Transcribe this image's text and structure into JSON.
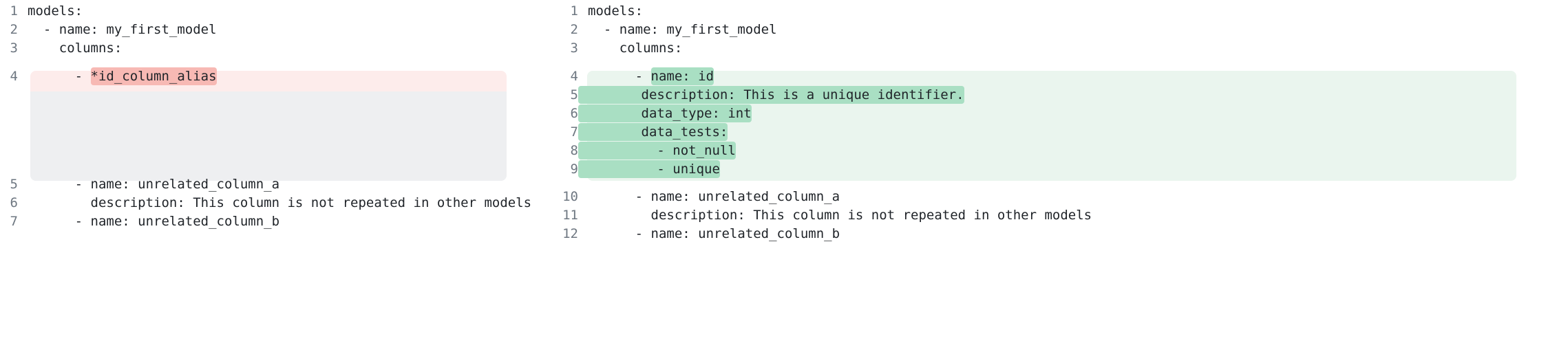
{
  "view": {
    "kind": "side-by-side-code-diff",
    "language": "yaml",
    "colors": {
      "removed_row_bg": "#fdeceb",
      "removed_word_bg": "#f7b9b4",
      "added_block_bg": "#eaf5ee",
      "added_word_bg": "#a9dfc3",
      "filler_bg": "#eeeff1",
      "gutter_text": "#6e7781",
      "code_text": "#1f2328",
      "page_bg": "#ffffff"
    }
  },
  "left_pane": {
    "name": "before",
    "lines": [
      {
        "number": "1",
        "indent": "",
        "text": "models:",
        "state": "context",
        "highlight": null
      },
      {
        "number": "2",
        "indent": "  ",
        "text": "- name: my_first_model",
        "state": "context",
        "highlight": null
      },
      {
        "number": "3",
        "indent": "    ",
        "text": "columns:",
        "state": "context",
        "highlight": null
      },
      {
        "number": "4",
        "indent": "      ",
        "text": "- ",
        "state": "removed",
        "highlight": "*id_column_alias"
      },
      {
        "number": "5",
        "indent": "      ",
        "text": "- name: unrelated_column_a",
        "state": "context",
        "highlight": null
      },
      {
        "number": "6",
        "indent": "        ",
        "text": "description: This column is not repeated in other models",
        "state": "context",
        "highlight": null
      },
      {
        "number": "7",
        "indent": "      ",
        "text": "- name: unrelated_column_b",
        "state": "context",
        "highlight": null
      }
    ]
  },
  "right_pane": {
    "name": "after",
    "lines": [
      {
        "number": "1",
        "indent": "",
        "text": "models:",
        "state": "context",
        "highlight": null
      },
      {
        "number": "2",
        "indent": "  ",
        "text": "- name: my_first_model",
        "state": "context",
        "highlight": null
      },
      {
        "number": "3",
        "indent": "    ",
        "text": "columns:",
        "state": "context",
        "highlight": null
      },
      {
        "number": "4",
        "indent": "      ",
        "text": "- ",
        "state": "added-word",
        "highlight": "name: id"
      },
      {
        "number": "5",
        "indent": "",
        "text": "",
        "state": "added-full",
        "highlight": "        description: This is a unique identifier."
      },
      {
        "number": "6",
        "indent": "",
        "text": "",
        "state": "added-full",
        "highlight": "        data_type: int"
      },
      {
        "number": "7",
        "indent": "",
        "text": "",
        "state": "added-full",
        "highlight": "        data_tests:"
      },
      {
        "number": "8",
        "indent": "",
        "text": "",
        "state": "added-full",
        "highlight": "          - not_null"
      },
      {
        "number": "9",
        "indent": "",
        "text": "",
        "state": "added-full",
        "highlight": "          - unique"
      },
      {
        "number": "10",
        "indent": "      ",
        "text": "- name: unrelated_column_a",
        "state": "context",
        "highlight": null
      },
      {
        "number": "11",
        "indent": "        ",
        "text": "description: This column is not repeated in other models",
        "state": "context",
        "highlight": null
      },
      {
        "number": "12",
        "indent": "      ",
        "text": "- name: unrelated_column_b",
        "state": "context",
        "highlight": null
      }
    ]
  }
}
